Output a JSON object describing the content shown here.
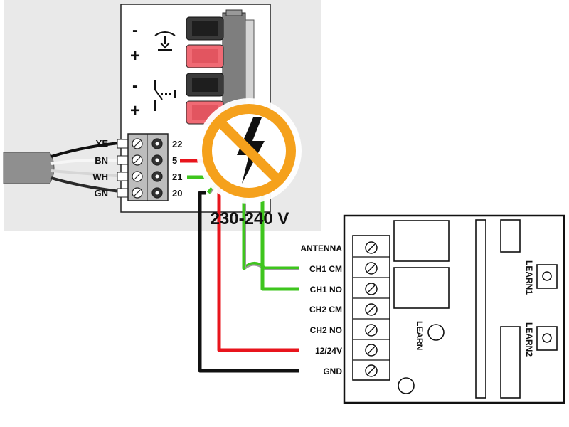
{
  "top_module": {
    "terminal_signs": [
      "-",
      "+",
      "-",
      "+"
    ],
    "wire_colors": [
      "YE",
      "BN",
      "WH",
      "GN"
    ],
    "terminal_numbers": [
      "22",
      "5",
      "21",
      "20"
    ],
    "voltage_label": "230-240 V"
  },
  "receiver_board": {
    "terminals": [
      "ANTENNA",
      "CH1 CM",
      "CH1 NO",
      "CH2 CM",
      "CH2 NO",
      "12/24V",
      "GND"
    ],
    "learn_label": "LEARN",
    "learn1_label": "LEARN1",
    "learn2_label": "LEARN2"
  },
  "icons": [
    "speaker-icon",
    "switch-icon",
    "no-high-voltage-icon",
    "screw-terminal-icon"
  ],
  "colors": {
    "red_wire": "#e8141c",
    "green_wire": "#3ec51d",
    "black_wire": "#111111",
    "gray_wire": "#9a9a9a",
    "warning_orange": "#f5a11c",
    "panel_bg": "#e9e9e9",
    "pink_terminal": "#f06a74"
  }
}
